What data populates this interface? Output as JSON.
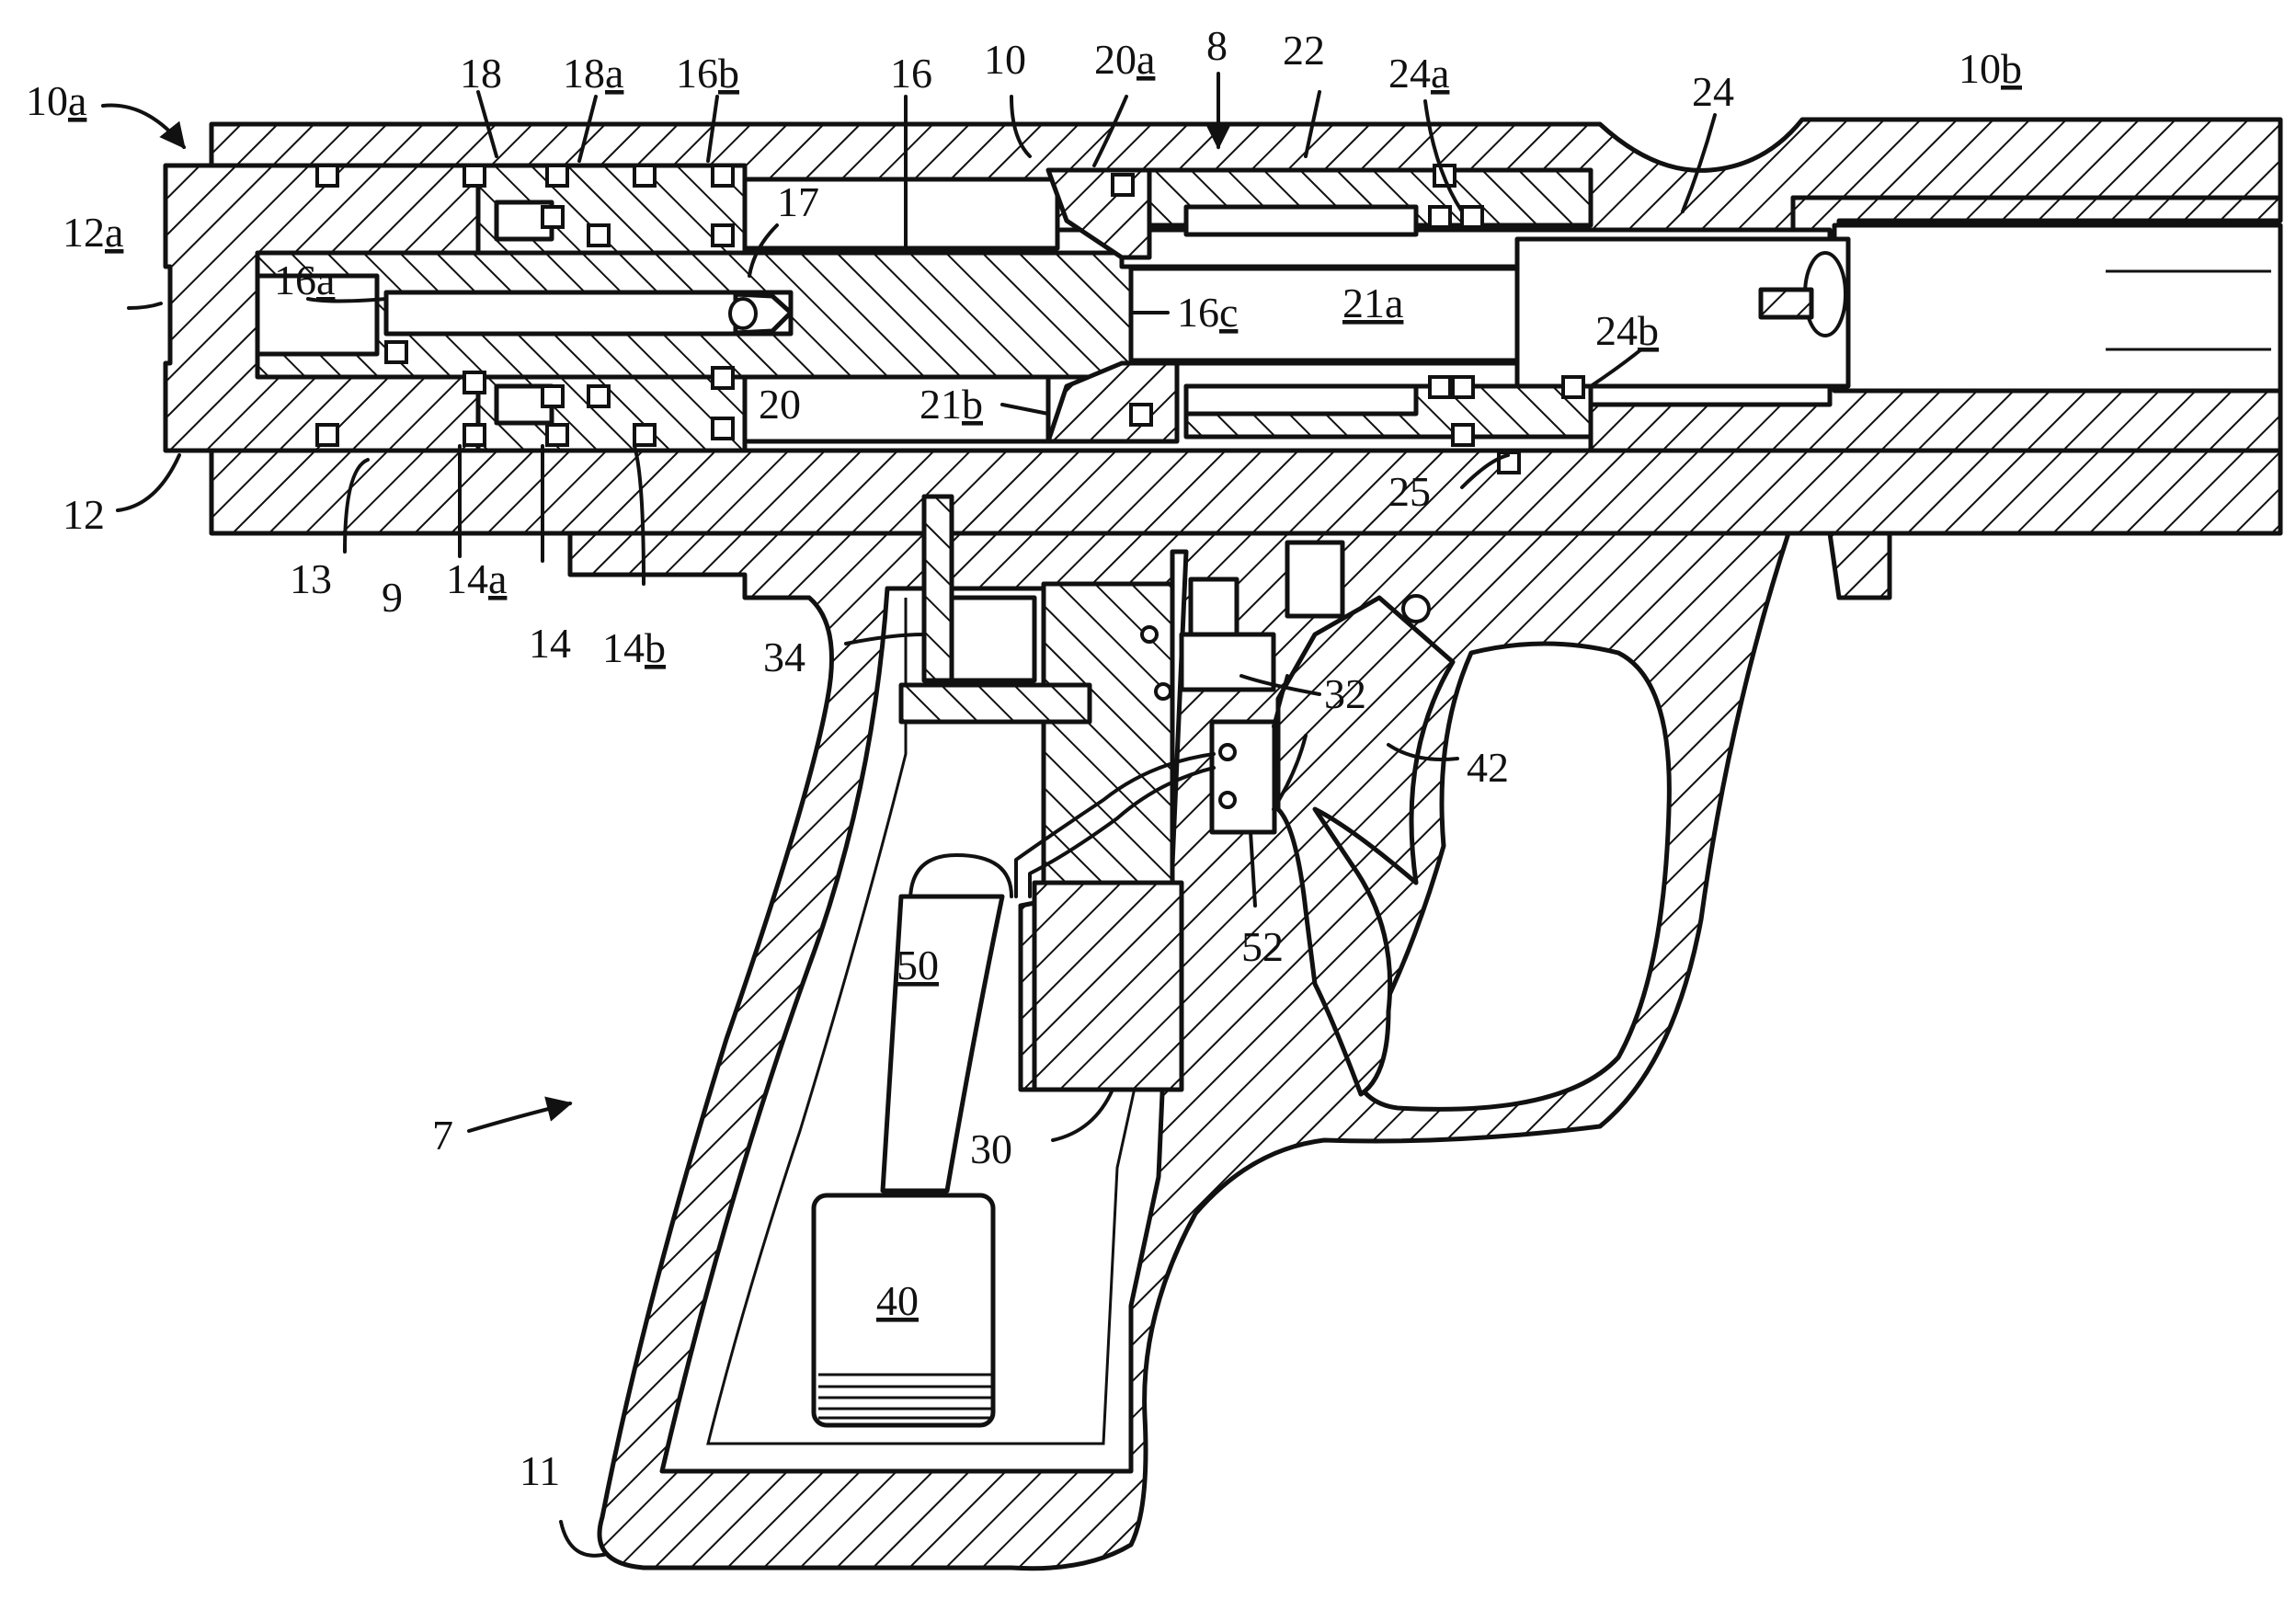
{
  "figure": {
    "labels": [
      {
        "id": "label-10a",
        "num": "10",
        "suffix": "a"
      },
      {
        "id": "label-12a",
        "num": "12",
        "suffix": "a"
      },
      {
        "id": "label-16a",
        "num": "16",
        "suffix": "a"
      },
      {
        "id": "label-18",
        "num": "18",
        "suffix": ""
      },
      {
        "id": "label-18a",
        "num": "18",
        "suffix": "a"
      },
      {
        "id": "label-16b",
        "num": "16",
        "suffix": "b"
      },
      {
        "id": "label-16",
        "num": "16",
        "suffix": ""
      },
      {
        "id": "label-10",
        "num": "10",
        "suffix": ""
      },
      {
        "id": "label-20a",
        "num": "20",
        "suffix": "a"
      },
      {
        "id": "label-8",
        "num": "8",
        "suffix": ""
      },
      {
        "id": "label-22",
        "num": "22",
        "suffix": ""
      },
      {
        "id": "label-24a",
        "num": "24",
        "suffix": "a"
      },
      {
        "id": "label-24",
        "num": "24",
        "suffix": ""
      },
      {
        "id": "label-10b",
        "num": "10",
        "suffix": "b"
      },
      {
        "id": "label-17",
        "num": "17",
        "suffix": ""
      },
      {
        "id": "label-16c",
        "num": "16",
        "suffix": "c"
      },
      {
        "id": "label-21a",
        "num": "21a",
        "suffix": ""
      },
      {
        "id": "label-24b",
        "num": "24",
        "suffix": "b"
      },
      {
        "id": "label-20",
        "num": "20",
        "suffix": ""
      },
      {
        "id": "label-21b",
        "num": "21",
        "suffix": "b"
      },
      {
        "id": "label-12",
        "num": "12",
        "suffix": ""
      },
      {
        "id": "label-13",
        "num": "13",
        "suffix": ""
      },
      {
        "id": "label-9",
        "num": "9",
        "suffix": ""
      },
      {
        "id": "label-14a",
        "num": "14",
        "suffix": "a"
      },
      {
        "id": "label-14",
        "num": "14",
        "suffix": ""
      },
      {
        "id": "label-14b",
        "num": "14",
        "suffix": "b"
      },
      {
        "id": "label-25",
        "num": "25",
        "suffix": ""
      },
      {
        "id": "label-34",
        "num": "34",
        "suffix": ""
      },
      {
        "id": "label-32",
        "num": "32",
        "suffix": ""
      },
      {
        "id": "label-42",
        "num": "42",
        "suffix": ""
      },
      {
        "id": "label-52",
        "num": "52",
        "suffix": ""
      },
      {
        "id": "label-50",
        "num": "",
        "suffix": "50"
      },
      {
        "id": "label-7",
        "num": "7",
        "suffix": ""
      },
      {
        "id": "label-30",
        "num": "30",
        "suffix": ""
      },
      {
        "id": "label-40",
        "num": "",
        "suffix": "40"
      },
      {
        "id": "label-11",
        "num": "11",
        "suffix": ""
      }
    ]
  }
}
